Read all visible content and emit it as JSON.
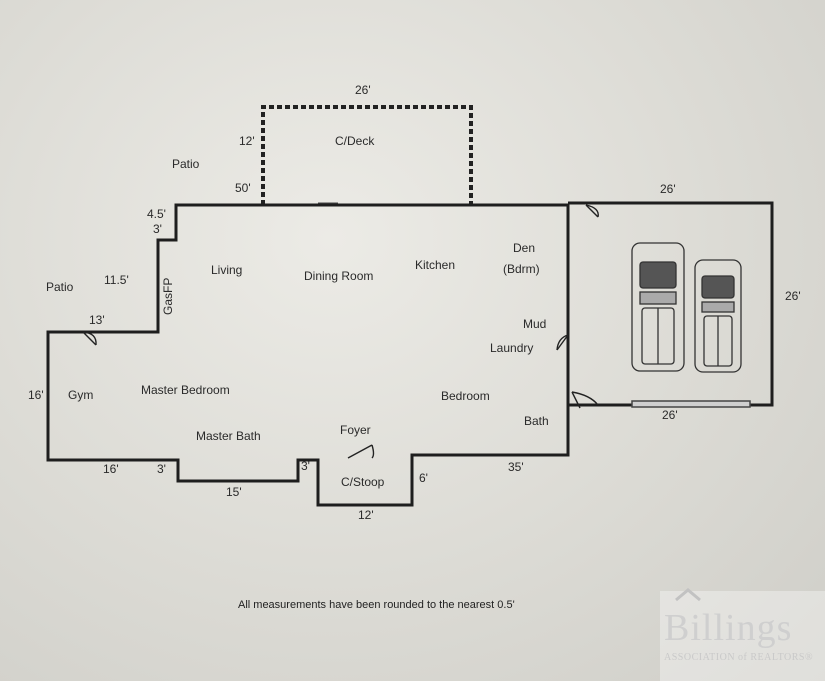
{
  "rooms": {
    "deck": "C/Deck",
    "patio_top": "Patio",
    "patio_left": "Patio",
    "living": "Living",
    "dining": "Dining Room",
    "kitchen": "Kitchen",
    "den": "Den",
    "den_sub": "(Bdrm)",
    "gas_fp": "GasFP",
    "mud": "Mud",
    "laundry": "Laundry",
    "gym": "Gym",
    "master_bedroom": "Master Bedroom",
    "master_bath": "Master Bath",
    "foyer": "Foyer",
    "bedroom": "Bedroom",
    "bath": "Bath",
    "stoop": "C/Stoop"
  },
  "dimensions": {
    "deck_width": "26'",
    "deck_depth": "12'",
    "deck_offset": "50'",
    "step_top": "4.5'",
    "step_top_small": "3'",
    "living_side": "11.5'",
    "gym_width": "13'",
    "gym_depth": "16'",
    "bottom_left": "16'",
    "bottom_step": "3'",
    "bottom_mid": "15'",
    "foyer_step": "3'",
    "stoop_depth": "6'",
    "stoop_width": "12'",
    "bottom_right": "35'",
    "garage_top": "26'",
    "garage_side": "26'",
    "garage_bottom": "26'"
  },
  "footer": {
    "note": "All measurements have been rounded to the nearest  0.5'"
  },
  "watermark": {
    "logo": "Billings",
    "subline": "ASSOCIATION of REALTORS®"
  }
}
